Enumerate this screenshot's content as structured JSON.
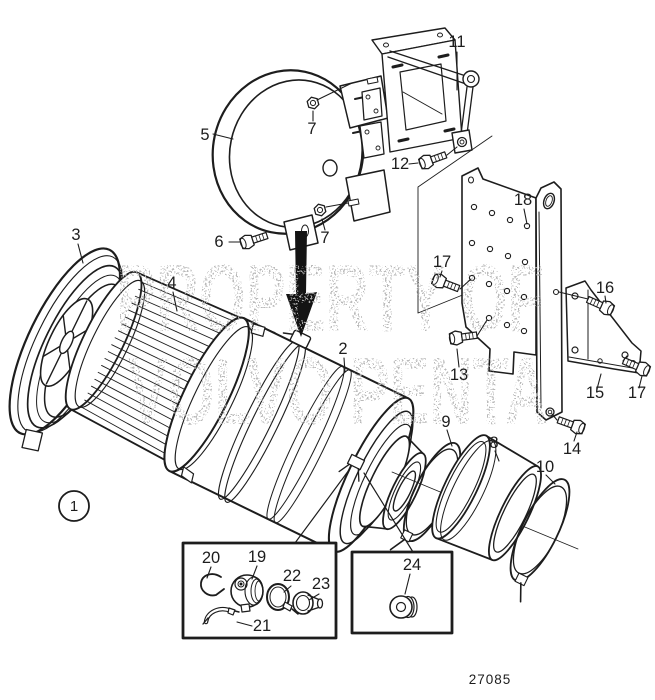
{
  "colors": {
    "background": "#ffffff",
    "line_art": "#1d1d1d",
    "watermark_gray": "#bdbdbd",
    "arrow_black": "#141414"
  },
  "watermark": {
    "line1": "PROPERTY OF",
    "line2": "VOLVO PENTA"
  },
  "drawing_number": "27085",
  "callouts": {
    "1": "1",
    "2": "2",
    "3": "3",
    "4": "4",
    "5": "5",
    "6": "6",
    "7": "7",
    "8": "8",
    "9": "9",
    "10": "10",
    "11": "11",
    "12": "12",
    "13": "13",
    "14": "14",
    "15": "15",
    "16": "16",
    "17": "17",
    "18": "18",
    "19": "19",
    "20": "20",
    "21": "21",
    "22": "22",
    "23": "23",
    "24": "24"
  }
}
